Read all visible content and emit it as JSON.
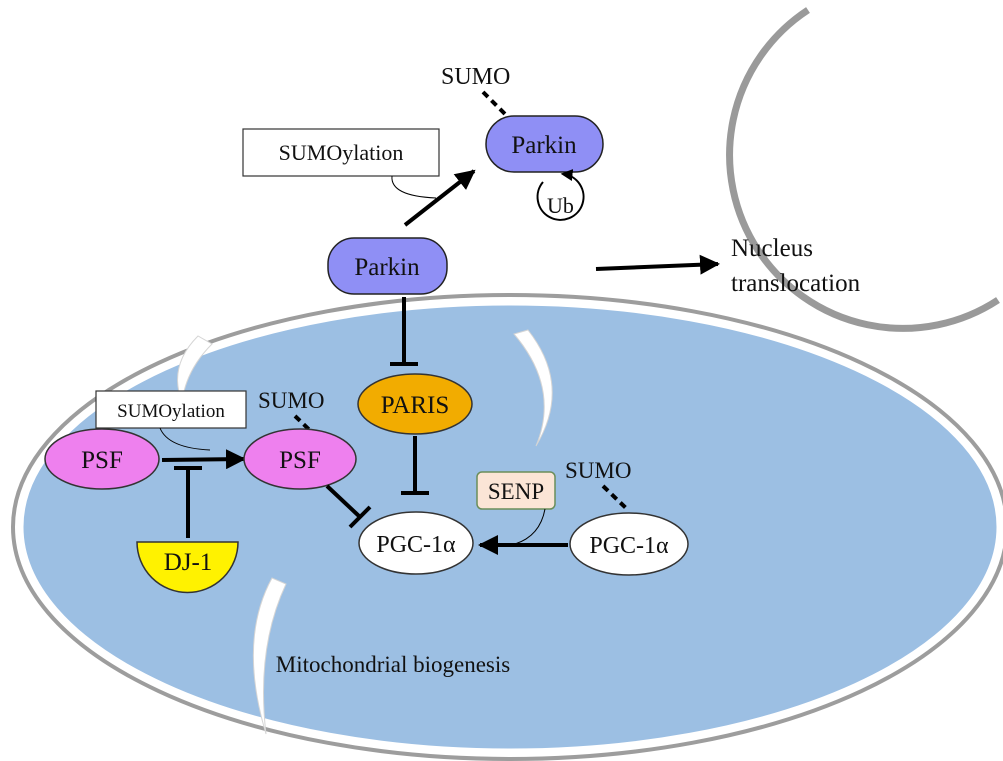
{
  "labels": {
    "sumo_top": "SUMO",
    "sumoylation_top": "SUMOylation",
    "parkin_sumo": "Parkin",
    "ub": "Ub",
    "parkin": "Parkin",
    "nucleus_line1": "Nucleus",
    "nucleus_line2": "translocation",
    "sumo_psf": "SUMO",
    "sumoylation_psf": "SUMOylation",
    "psf_left": "PSF",
    "psf_right": "PSF",
    "dj1": "DJ-1",
    "paris": "PARIS",
    "sumo_pgc": "SUMO",
    "senp": "SENP",
    "pgc_left": "PGC-1α",
    "pgc_right": "PGC-1α",
    "biogenesis": "Mitochondrial biogenesis"
  },
  "colors": {
    "parkin_fill": "#8f8ff5",
    "mito_fill": "#9cbfe3",
    "mito_outline": "#9d9d9d",
    "psf_fill": "#ee80ee",
    "paris_fill": "#f2ac00",
    "dj1_fill": "#fff200",
    "senp_fill": "#fbe5d6",
    "senp_border": "#6b8e5a",
    "nucleus_stroke": "#9a9a9a"
  }
}
